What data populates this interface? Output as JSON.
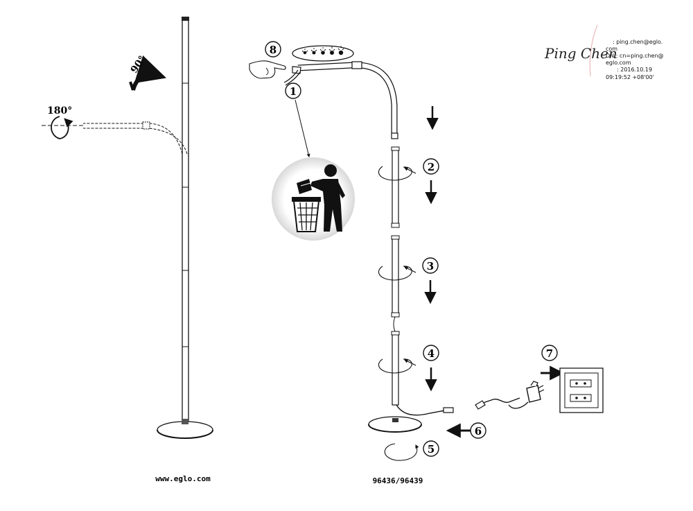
{
  "angles": {
    "tilt": "90°",
    "rotate": "180°"
  },
  "steps": [
    "1",
    "2",
    "3",
    "4",
    "5",
    "6",
    "7",
    "8"
  ],
  "signature": {
    "handwriting": "Ping Chen",
    "lines": [
      ": ping.chen@eglo.",
      "com",
      "DN : cn=ping.chen@",
      "eglo.com",
      ": 2016.10.19",
      "09:19:52 +08'00'"
    ]
  },
  "footer": {
    "website": "www.eglo.com",
    "model": "96436/96439"
  },
  "icons": [
    "hand-pointing-icon",
    "touch-dimmer-icon",
    "trash-bin-icon",
    "wall-socket-icon",
    "power-adapter-icon",
    "rotate-arrow-icon",
    "arrow-icon"
  ]
}
